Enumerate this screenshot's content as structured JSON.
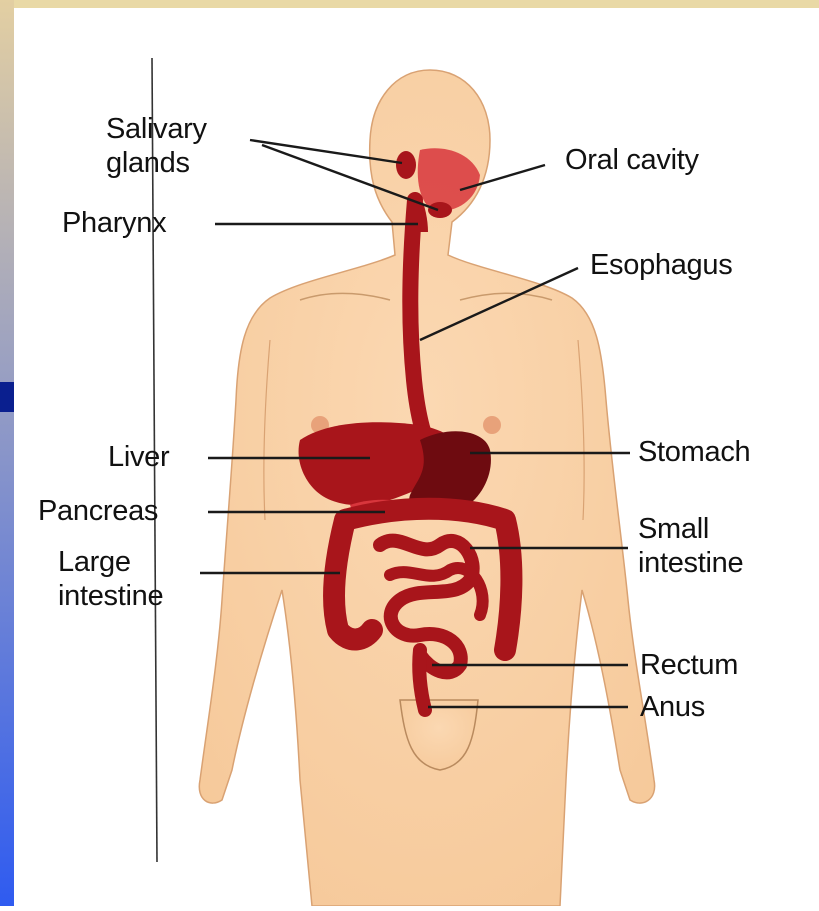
{
  "colors": {
    "top_band": "#e9d9a6",
    "left_band_top": "#e3cfa2",
    "left_band_bottom": "#2f5bf0",
    "accent_bar": "#0a1f8f",
    "skin": "#f6c99a",
    "skin_shadow": "#d9a273",
    "organ": "#a8151b",
    "organ_dark": "#6e0b10",
    "organ_light": "#d8363c",
    "leader_line": "#1a1a1a"
  },
  "labels": {
    "salivary_glands": {
      "line1": "Salivary",
      "line2": "glands"
    },
    "oral_cavity": "Oral cavity",
    "pharynx": "Pharynx",
    "esophagus": "Esophagus",
    "liver": "Liver",
    "stomach": "Stomach",
    "pancreas": "Pancreas",
    "small_intestine": {
      "line1": "Small",
      "line2": "intestine"
    },
    "large_intestine": {
      "line1": "Large",
      "line2": "intestine"
    },
    "rectum": "Rectum",
    "anus": "Anus"
  }
}
